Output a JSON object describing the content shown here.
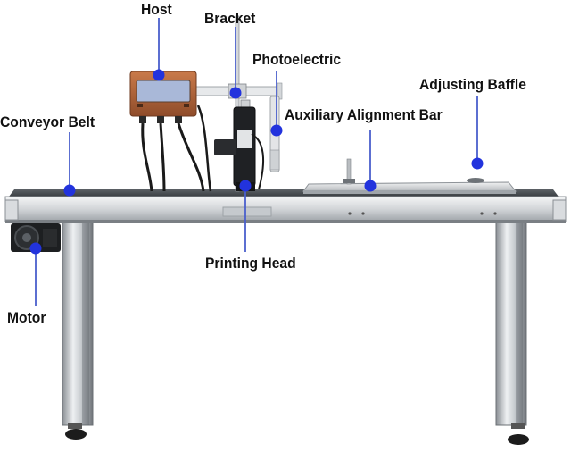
{
  "labels": {
    "host": "Host",
    "bracket": "Bracket",
    "photoelectric": "Photoelectric",
    "adjusting_baffle": "Adjusting Baffle",
    "conveyor_belt": "Conveyor Belt",
    "auxiliary_alignment_bar": "Auxiliary Alignment Bar",
    "printing_head": "Printing Head",
    "motor": "Motor"
  },
  "colors": {
    "marker": "#2233dd",
    "leader_line": "#4a5fcc",
    "label_text": "#111111",
    "host_case": "#b5673a",
    "host_screen": "#a9b8d8",
    "steel_light": "#e4e6e8",
    "steel_mid": "#bfc3c7",
    "steel_dark": "#7d8287"
  }
}
